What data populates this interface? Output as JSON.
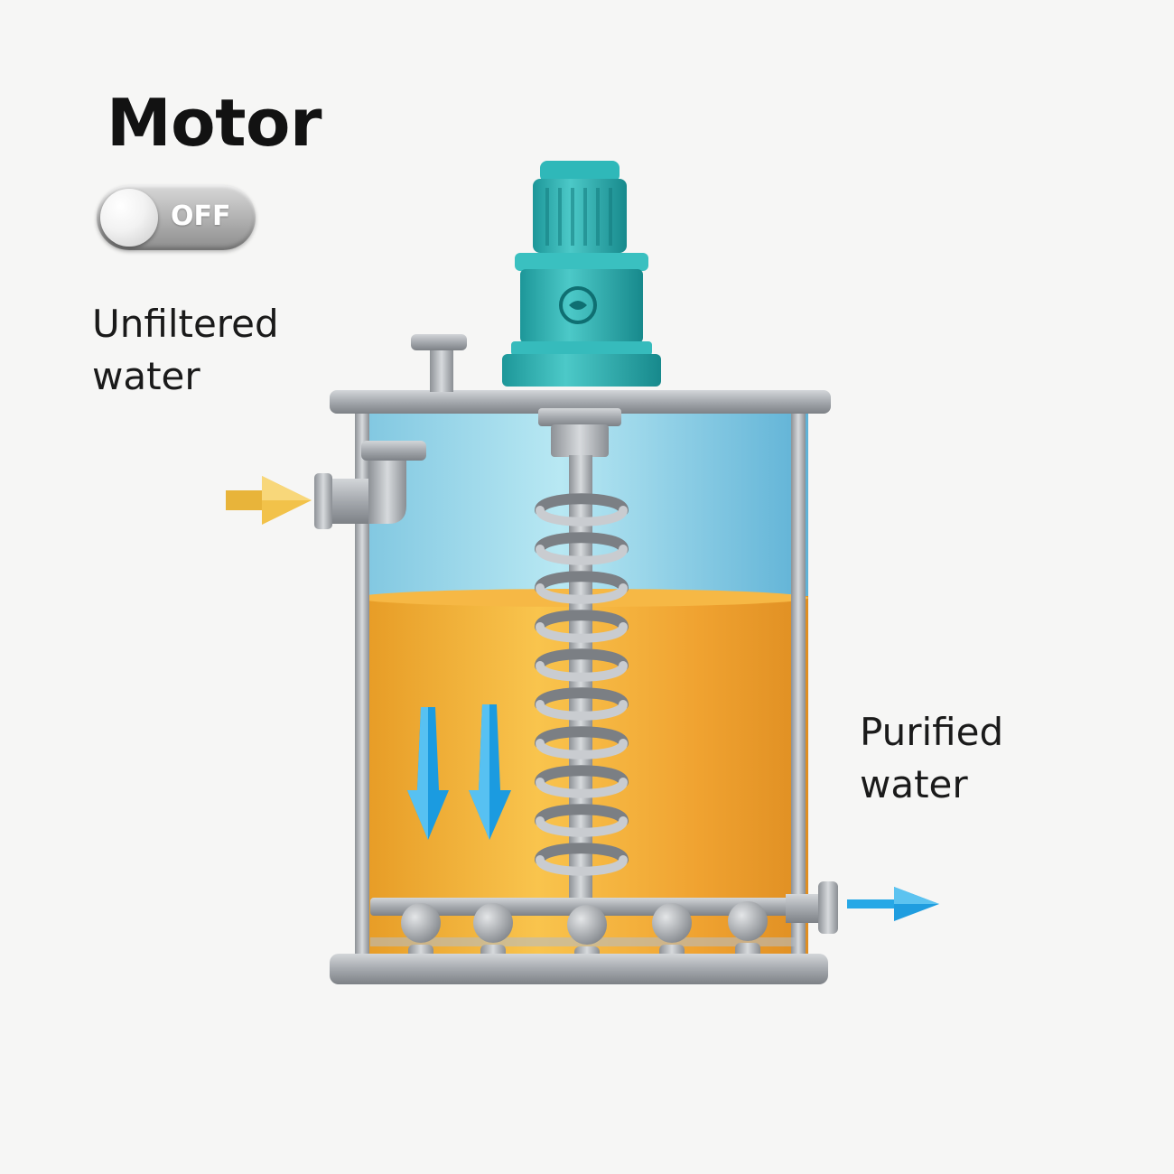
{
  "motor": {
    "title": "Motor",
    "toggle_state": "OFF"
  },
  "labels": {
    "unfiltered_line1": "Unfiltered",
    "unfiltered_line2": "water",
    "purified_line1": "Purified",
    "purified_line2": "water"
  },
  "colors": {
    "clean_water": "#8fd2e6",
    "unfiltered_layer": "#f1a730",
    "motor": "#2fb3b5",
    "steel": "#a9adb2",
    "inlet_arrow": "#e8b43a",
    "outlet_arrow": "#27a8e6"
  },
  "icons": {
    "motor": "gear-circle-icon",
    "inlet": "arrow-right-icon",
    "outlet": "arrow-right-icon",
    "flow": "arrow-down-icon"
  }
}
